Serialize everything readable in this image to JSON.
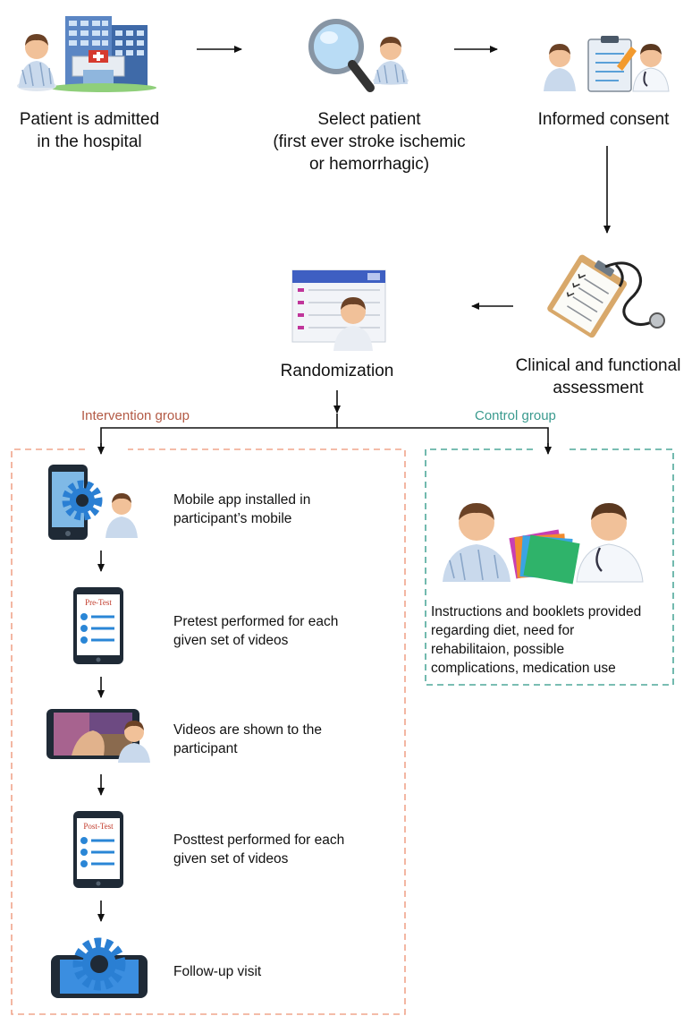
{
  "steps": {
    "admitted": "Patient is admitted\nin the hospital",
    "select": "Select patient\n(first ever stroke ischemic\nor hemorrhagic)",
    "consent": "Informed consent",
    "assessment": "Clinical and functional\nassessment",
    "randomization": "Randomization"
  },
  "groups": {
    "intervention": {
      "label": "Intervention group",
      "color": "#b35a45",
      "border": "#f0a58c"
    },
    "control": {
      "label": "Control group",
      "color": "#3a9a8e",
      "border": "#4fa89a"
    }
  },
  "intervention_steps": [
    {
      "icon": "mobile-gear-patient-icon",
      "text": "Mobile app installed in\nparticipant’s mobile"
    },
    {
      "icon": "pretest-phone-icon",
      "screen_label": "Pre-Test",
      "text": "Pretest performed for each\ngiven set of videos"
    },
    {
      "icon": "video-phone-icon",
      "text": "Videos are shown to the\nparticipant"
    },
    {
      "icon": "posttest-phone-icon",
      "screen_label": "Post-Test",
      "text": "Posttest performed for each\ngiven set of videos"
    },
    {
      "icon": "phone-gear-icon",
      "text": "Follow-up visit"
    }
  ],
  "control_text": "Instructions and booklets provided\nregarding diet, need for\nrehabilitaion, possible\ncomplications, medication use"
}
